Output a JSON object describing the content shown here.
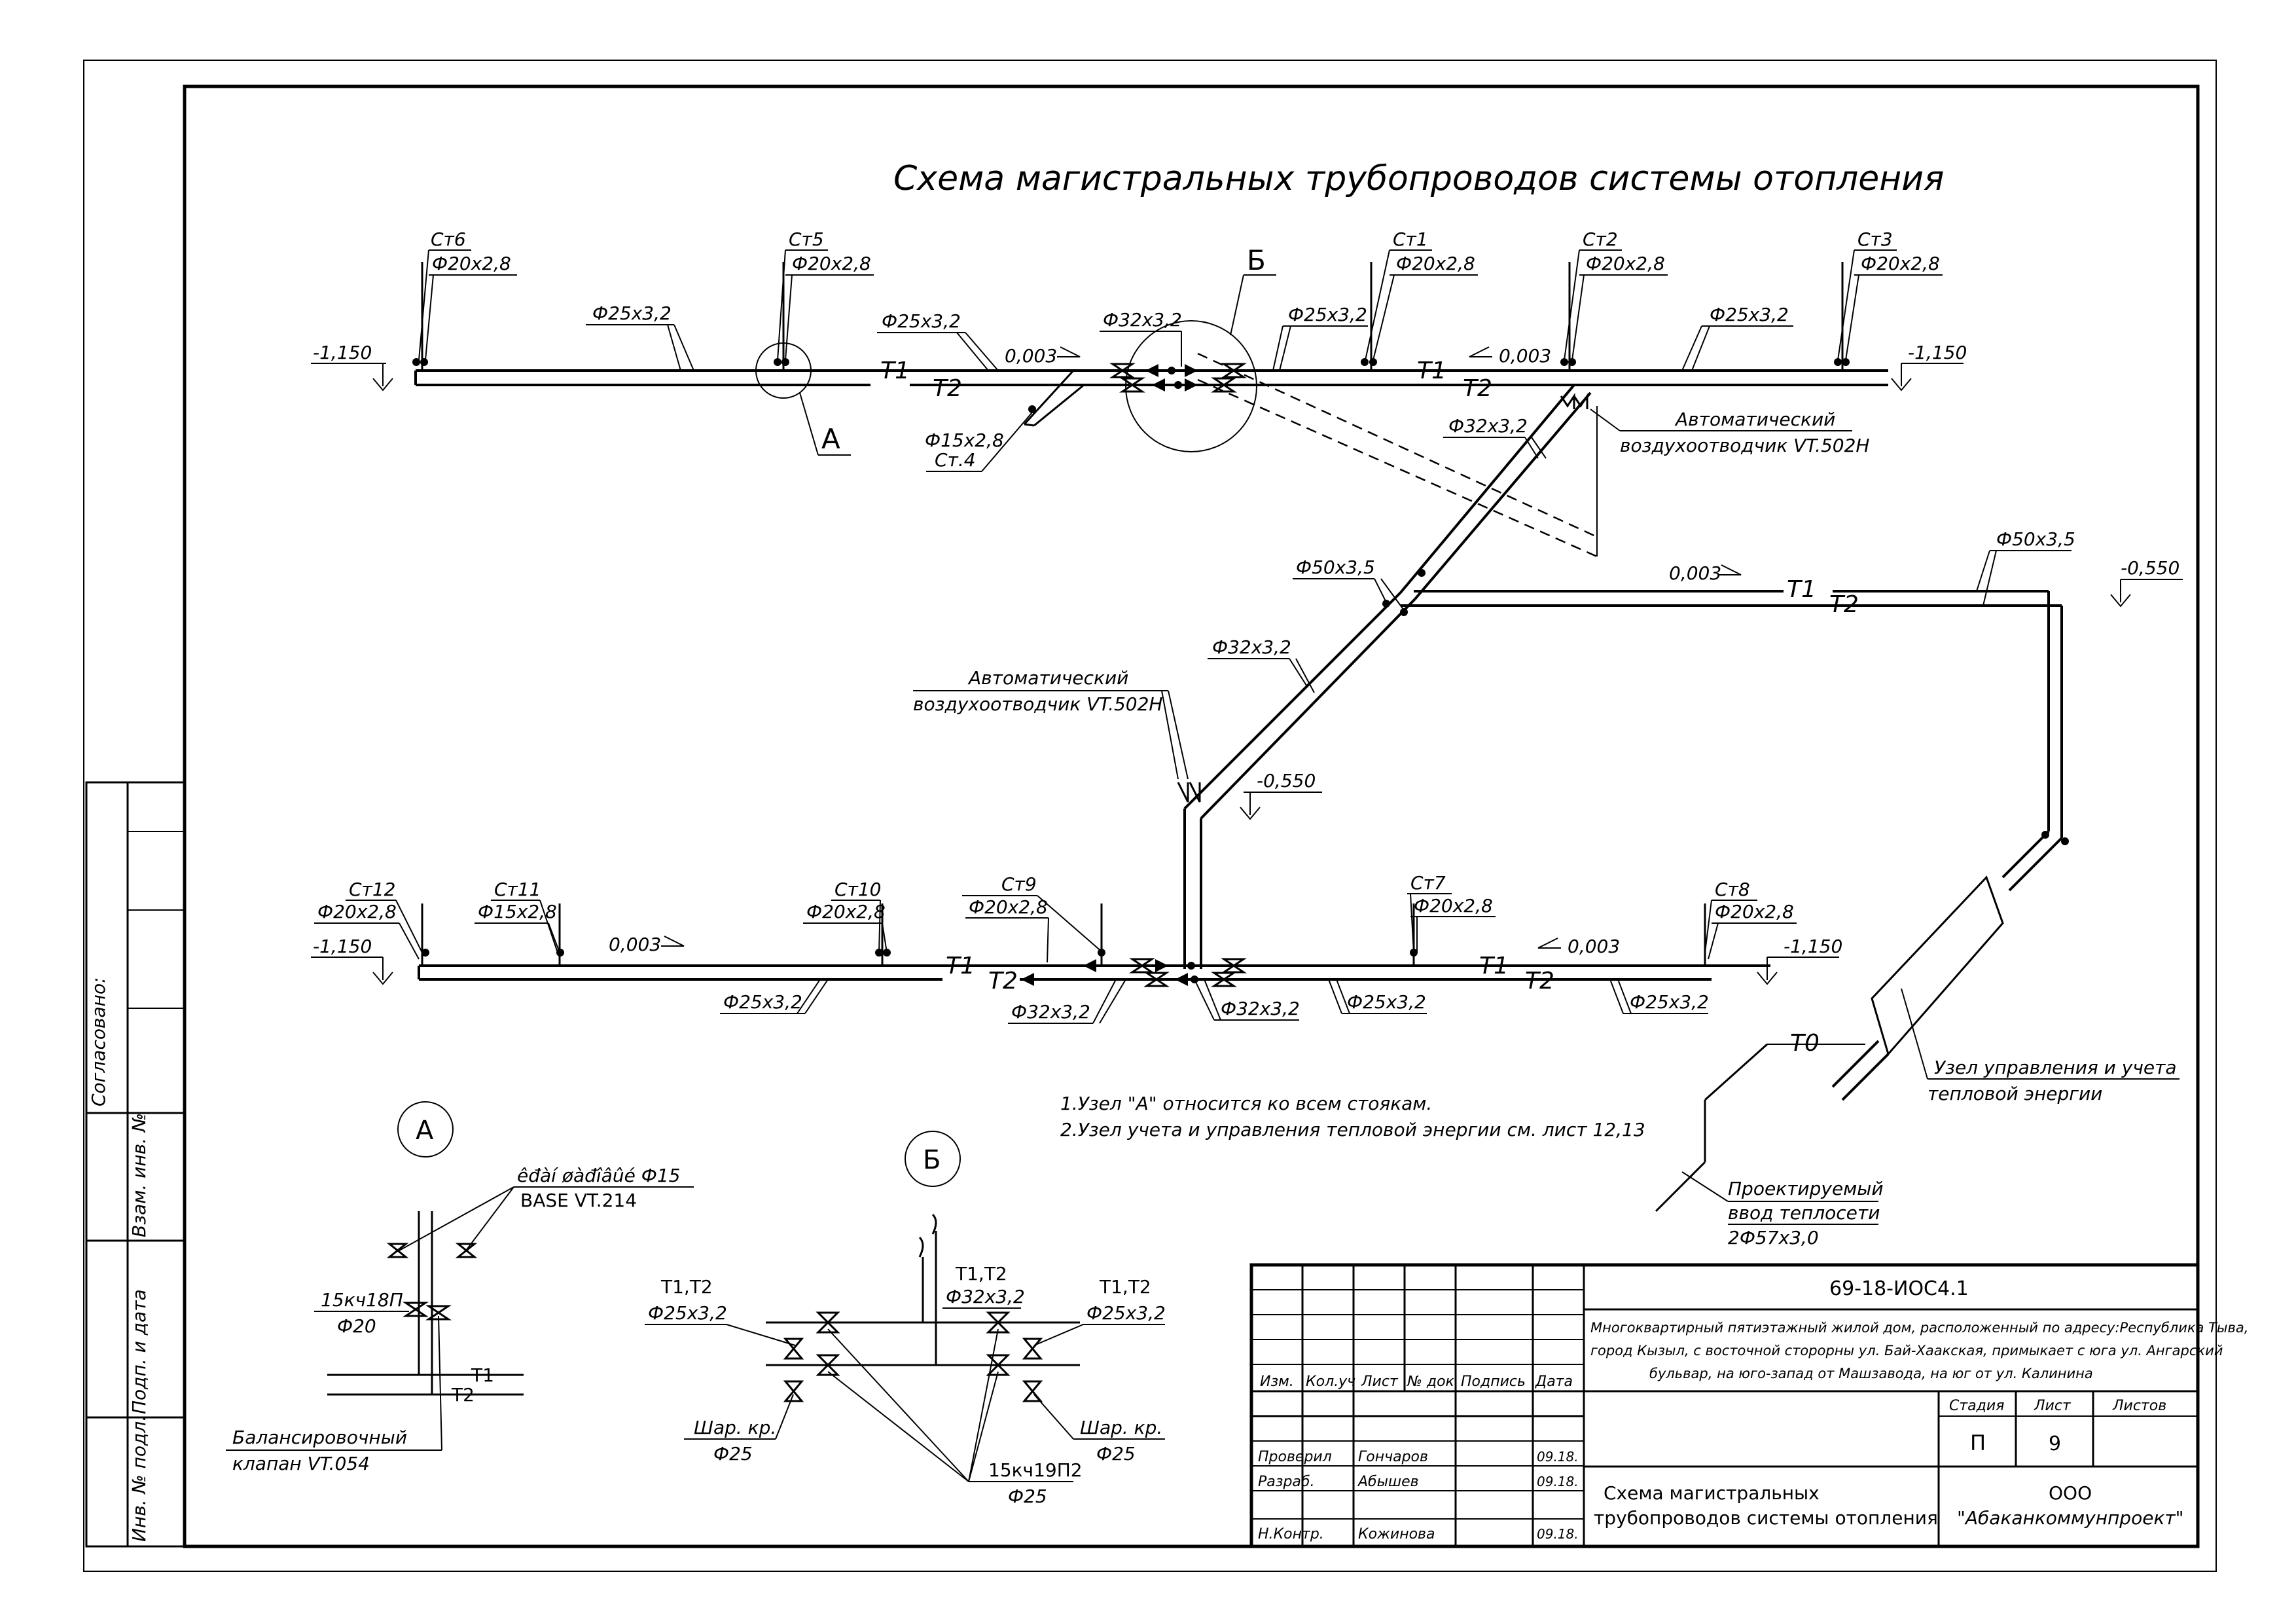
{
  "title": "Схема магистральных трубопроводов системы отопления",
  "side_labels": {
    "agreed": "Согласовано:",
    "vzam_inv": "Взам. инв. №",
    "podp_data": "Подп. и дата",
    "inv_podl": "Инв. № подл."
  },
  "risers": [
    {
      "name": "Ст6",
      "pipe": "Ф20х2,8"
    },
    {
      "name": "Ст5",
      "pipe": "Ф20х2,8"
    },
    {
      "name": "Ст1",
      "pipe": "Ф20х2,8"
    },
    {
      "name": "Ст2",
      "pipe": "Ф20х2,8"
    },
    {
      "name": "Ст3",
      "pipe": "Ф20х2,8"
    },
    {
      "name": "Ст.4",
      "pipe": "Ф15х2,8"
    },
    {
      "name": "Ст12",
      "pipe": "Ф20х2,8"
    },
    {
      "name": "Ст11",
      "pipe": "Ф15х2,8"
    },
    {
      "name": "Ст10",
      "pipe": "Ф20х2,8"
    },
    {
      "name": "Ст9",
      "pipe": "Ф20х2,8"
    },
    {
      "name": "Ст7",
      "pipe": "Ф20х2,8"
    },
    {
      "name": "Ст8",
      "pipe": "Ф20х2,8"
    }
  ],
  "pipes": {
    "p25": "Ф25х3,2",
    "p32": "Ф32х3,2",
    "p50": "Ф50х3,5"
  },
  "levels": {
    "m1150": "-1,150",
    "m0550": "-0,550"
  },
  "slope": "0,003",
  "lines": {
    "t1": "Т1",
    "t2": "Т2",
    "t0": "Т0"
  },
  "nodes": {
    "a": "А",
    "b": "Б"
  },
  "air_vent": {
    "line1": "Автоматический",
    "line2": "воздухоотводчик VT.502H"
  },
  "control_unit": {
    "line1": "Узел управления и учета",
    "line2": "тепловой энергии"
  },
  "inlet": {
    "line1": "Проектируемый",
    "line2": "ввод теплосети",
    "line3": "2Ф57х3,0"
  },
  "notes": [
    "1.Узел \"А\" относится ко всем стоякам.",
    "2.Узел учета и управления тепловой энергии см. лист 12,13"
  ],
  "node_a": {
    "valve_name": "êđàí øàđîâûé Ф15",
    "valve_model": "BASE VT.214",
    "valve2": "15кч18П",
    "valve2_size": "Ф20",
    "bal_line1": "Балансировочный",
    "bal_line2": "клапан VT.054"
  },
  "node_b": {
    "t1t2": "Т1,Т2",
    "ball_valve": "Шар. кр.",
    "ball_size": "Ф25",
    "valve": "15кч19П2",
    "valve_size": "Ф25"
  },
  "stamp": {
    "code": "69-18-ИОС4.1",
    "description": [
      "Многоквартирный пятиэтажный жилой дом, расположенный по адресу:Республика Тыва,",
      "город Кызыл, с восточной сторорны ул. Бай-Хаакская, примыкает с юга ул. Ангарский",
      "бульвар, на юго-запад от Машзавода, на юг от ул. Калинина"
    ],
    "headers": [
      "Изм.",
      "Кол.уч",
      "Лист",
      "№ док",
      "Подпись",
      "Дата"
    ],
    "stage_headers": [
      "Стадия",
      "Лист",
      "Листов"
    ],
    "stage": "П",
    "sheet": "9",
    "sheets": "",
    "people": [
      {
        "role": "Проверил",
        "name": "Гончаров",
        "date": "09.18."
      },
      {
        "role": "Разраб.",
        "name": "Абышев",
        "date": "09.18."
      },
      {
        "role": "",
        "name": "",
        "date": ""
      },
      {
        "role": "Н.Контр.",
        "name": "Кожинова",
        "date": "09.18."
      }
    ],
    "sheet_title": [
      "Схема магистральных",
      "трубопроводов системы отопления"
    ],
    "org": [
      "ООО",
      "\"Абаканкоммунпроект\""
    ]
  }
}
